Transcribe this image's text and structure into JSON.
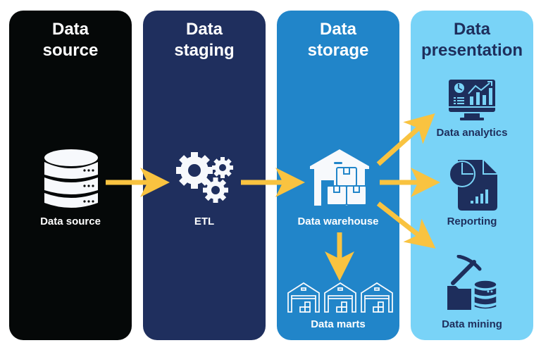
{
  "colors": {
    "source_panel": "#050808",
    "staging_panel": "#1f2f5e",
    "storage_panel": "#2185c9",
    "presentation_panel": "#79d3f7",
    "arrow": "#f9c340",
    "dark_text": "#1e2e5c",
    "light_icon": "#f7f9fc"
  },
  "panels": [
    {
      "title_line1": "Data",
      "title_line2": "source"
    },
    {
      "title_line1": "Data",
      "title_line2": "staging"
    },
    {
      "title_line1": "Data",
      "title_line2": "storage"
    },
    {
      "title_line1": "Data",
      "title_line2": "presentation"
    }
  ],
  "nodes": {
    "data_source": {
      "label": "Data source",
      "icon": "database-icon"
    },
    "etl": {
      "label": "ETL",
      "icon": "gears-icon"
    },
    "data_warehouse": {
      "label": "Data warehouse",
      "icon": "warehouse-icon"
    },
    "data_marts": {
      "label": "Data marts",
      "icon": "warehouse-outline-icon"
    },
    "data_analytics": {
      "label": "Data analytics",
      "icon": "monitor-chart-icon"
    },
    "reporting": {
      "label": "Reporting",
      "icon": "report-document-icon"
    },
    "data_mining": {
      "label": "Data mining",
      "icon": "pickaxe-database-icon"
    }
  },
  "edges": [
    {
      "from": "Data source",
      "to": "ETL"
    },
    {
      "from": "ETL",
      "to": "Data warehouse"
    },
    {
      "from": "Data warehouse",
      "to": "Data marts"
    },
    {
      "from": "Data warehouse",
      "to": "Data analytics"
    },
    {
      "from": "Data warehouse",
      "to": "Reporting"
    },
    {
      "from": "Data warehouse",
      "to": "Data mining"
    }
  ]
}
